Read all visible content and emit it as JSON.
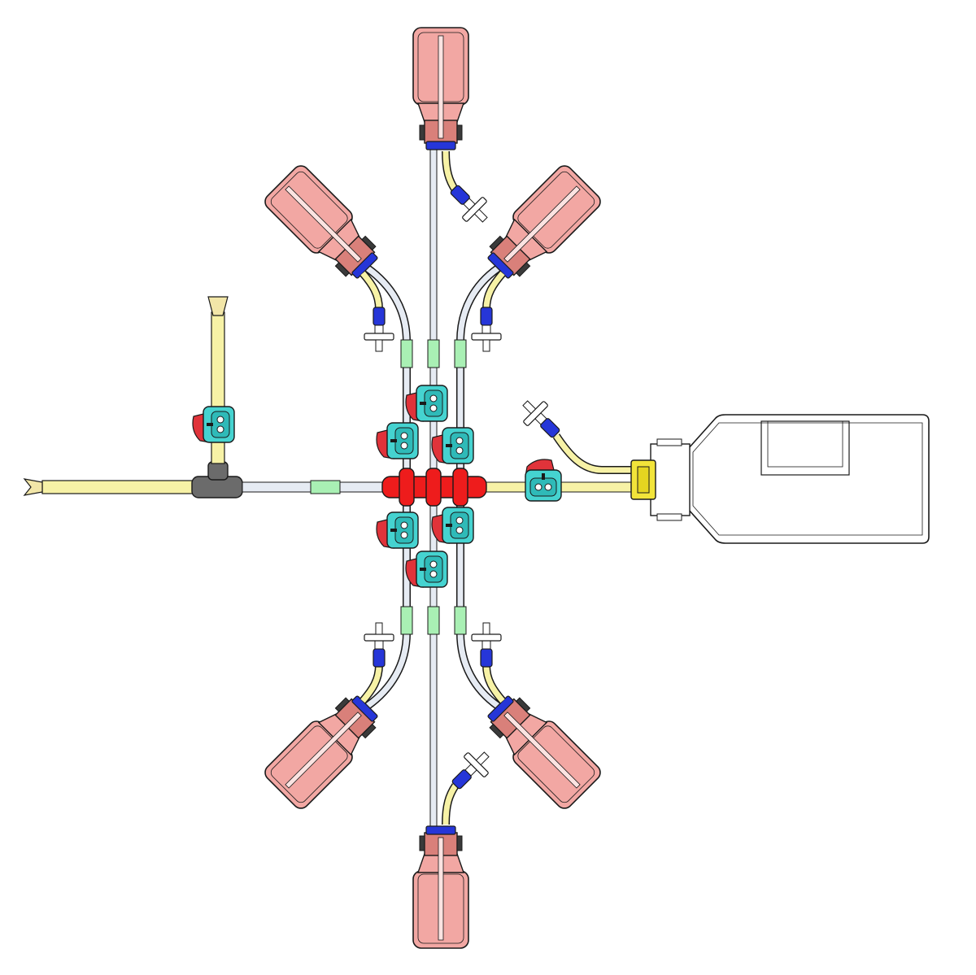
{
  "diagram": {
    "kind": "technical line drawing of a multi-bag tubing manifold assembly",
    "labels": []
  },
  "colors": {
    "background": "#ffffff",
    "outline": "#1a1a1a",
    "bag_fill": "#f2a7a3",
    "bag_fill_dark": "#d9807a",
    "bag_stripe": "#fbe3e1",
    "tube_clear": "#e6ebf3",
    "tube_yellow": "#f7f2a6",
    "connector_green": "#a9f0b4",
    "cap_blue": "#2636d8",
    "clamp_teal": "#45d3d0",
    "clamp_red": "#e0333a",
    "manifold_red": "#ee1c1c",
    "tee_gray": "#6b6b6b",
    "bottle_fill": "#ffffff",
    "collar_yellow": "#f2e43a",
    "spike_tan": "#f2e6a8"
  },
  "components": {
    "bags": [
      "top-bag",
      "upper-left-bag",
      "upper-right-bag",
      "bottom-bag",
      "lower-left-bag",
      "lower-right-bag"
    ],
    "manifold": "red-manifold",
    "bottle": "right-bottle",
    "tee": "gray-tee-connector",
    "spikes": [
      "left-spike",
      "upper-spike"
    ],
    "filters": [
      "top-filter",
      "upper-left-filter",
      "upper-right-filter",
      "lower-left-filter",
      "lower-right-filter",
      "bottom-filter",
      "bottle-filter"
    ],
    "clamp_count": 8
  }
}
